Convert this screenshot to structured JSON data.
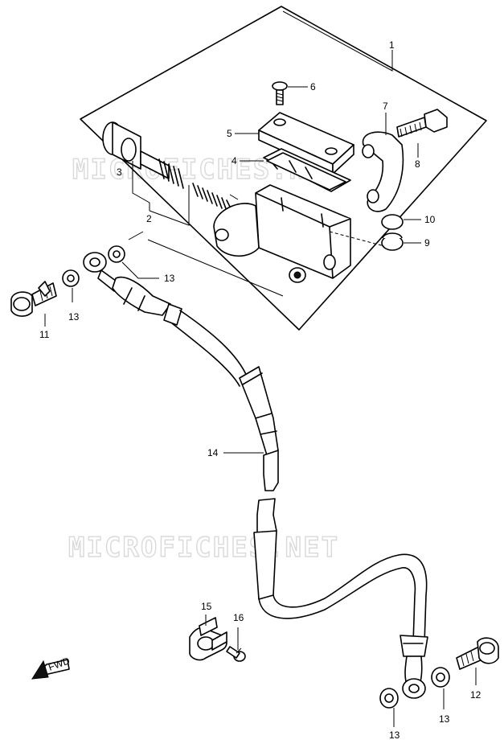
{
  "watermark": "MICROFICHES.NET",
  "fwd_label": "FWD",
  "callouts": {
    "c1": "1",
    "c2": "2",
    "c3": "3",
    "c4": "4",
    "c5": "5",
    "c6": "6",
    "c7": "7",
    "c8": "8",
    "c9": "9",
    "c10": "10",
    "c11": "11",
    "c12": "12",
    "c13a": "13",
    "c13b": "13",
    "c13c": "13",
    "c13d": "13",
    "c14": "14",
    "c15": "15",
    "c16": "16"
  }
}
